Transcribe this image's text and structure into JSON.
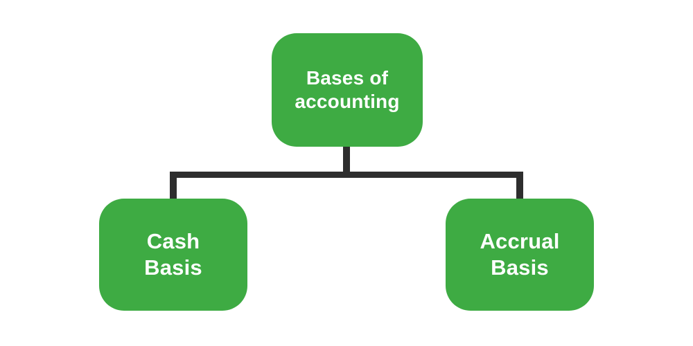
{
  "diagram": {
    "type": "hierarchy-flowchart",
    "colors": {
      "node_fill": "#3eab43",
      "node_text": "#ffffff",
      "connector": "#2e2e2e",
      "background": "#ffffff"
    },
    "nodes": {
      "root": {
        "label": "Bases of\naccounting"
      },
      "left": {
        "label": "Cash\nBasis"
      },
      "right": {
        "label": "Accrual\nBasis"
      }
    },
    "edges": [
      {
        "from": "root",
        "to": "left"
      },
      {
        "from": "root",
        "to": "right"
      }
    ]
  }
}
